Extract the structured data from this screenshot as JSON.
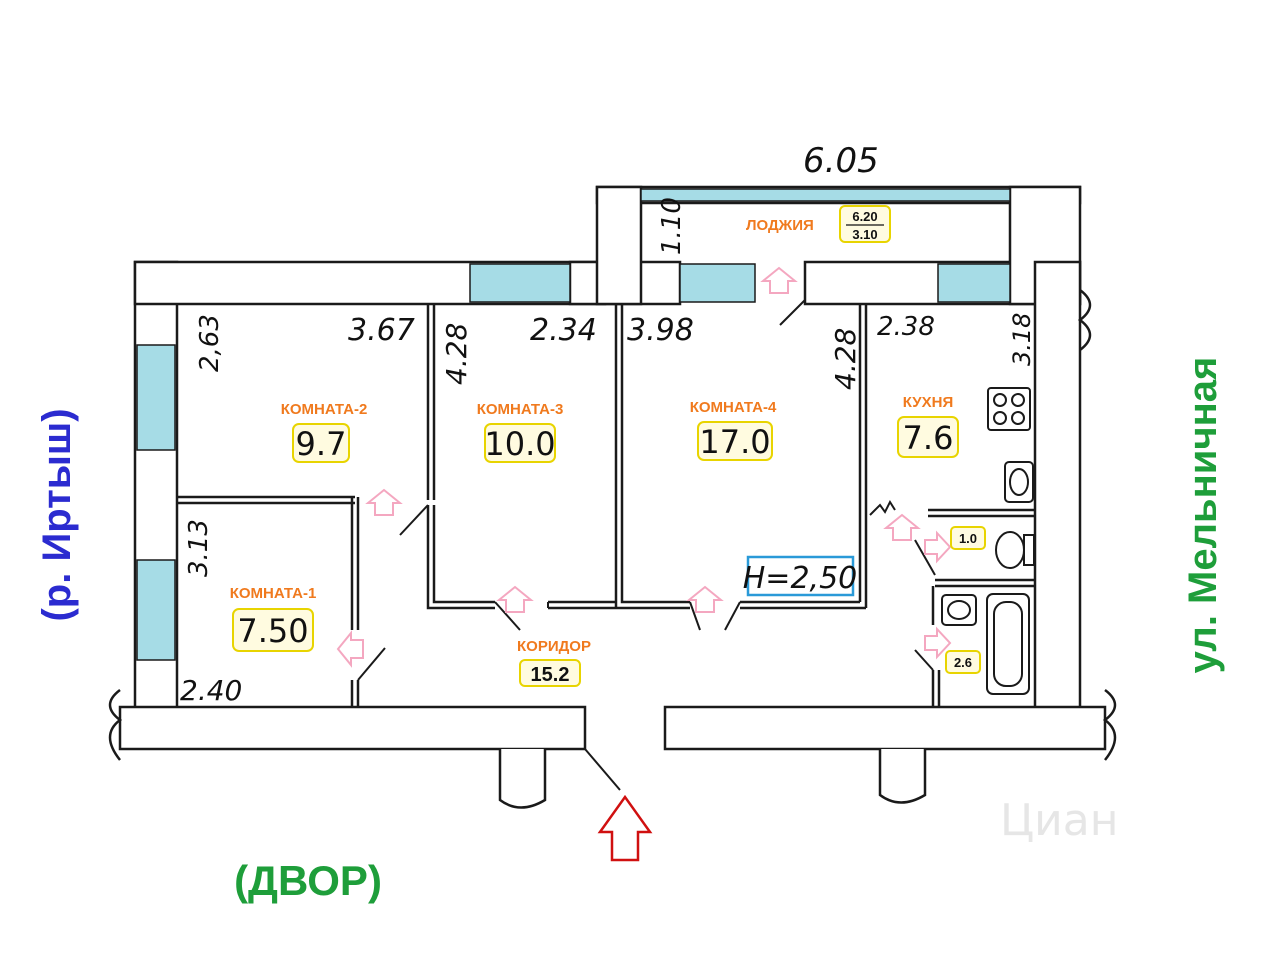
{
  "colors": {
    "wall_fill": "#ffffff",
    "wall_stroke": "#1a1a1a",
    "window": "#a6dce6",
    "room_label": "#f07a1e",
    "area_box_bg": "#fffbe0",
    "area_box_border": "#e8d400",
    "height_box_border": "#2a9ad8",
    "arrow_pink": "#f4a7c0",
    "entry_arrow": "#d01010",
    "river_text": "#2b2bd0",
    "street_text": "#1e9e3a",
    "yard_text": "#1e9e3a"
  },
  "labels": {
    "river": "(р. Иртыш)",
    "street": "ул. Мельничная",
    "yard": "(ДВОР)",
    "watermark": "Циан"
  },
  "dimensions": {
    "top_total": "6.05",
    "loggia_depth": "1.10",
    "room2_left": "2,63",
    "room2_top": "3.67",
    "room3_left": "4.28",
    "room3_top": "2.34",
    "room4_top": "3.98",
    "room4_right": "4.28",
    "kitchen_top": "2.38",
    "kitchen_right": "3.18",
    "room1_left": "3.13",
    "room1_bottom": "2.40"
  },
  "rooms": {
    "loggia": {
      "name": "ЛОДЖИЯ",
      "area_top": "6.20",
      "area_bottom": "3.10"
    },
    "room1": {
      "name": "КОМНАТА-1",
      "area": "7.50"
    },
    "room2": {
      "name": "КОМНАТА-2",
      "area": "9.7"
    },
    "room3": {
      "name": "КОМНАТА-3",
      "area": "10.0"
    },
    "room4": {
      "name": "КОМНАТА-4",
      "area": "17.0"
    },
    "kitchen": {
      "name": "КУХНЯ",
      "area": "7.6"
    },
    "corridor": {
      "name": "КОРИДОР",
      "area": "15.2"
    },
    "toilet": {
      "area": "1.0"
    },
    "bathroom": {
      "area": "2.6"
    }
  },
  "ceiling_height": "Н=2,50"
}
